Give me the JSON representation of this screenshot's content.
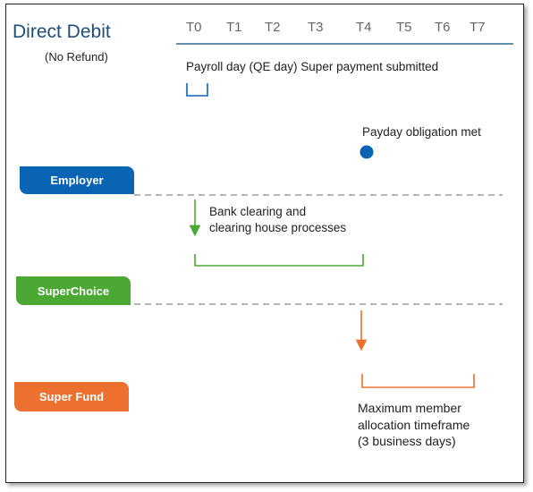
{
  "title": "Direct Debit",
  "subtitle": "(No Refund)",
  "timeline_ticks": [
    "T0",
    "T1",
    "T2",
    "T3",
    "T4",
    "T5",
    "T6",
    "T7"
  ],
  "events": {
    "payroll": "Payroll day (QE day) Super payment submitted",
    "obligation": "Payday obligation met",
    "clearing_line1": "Bank clearing and",
    "clearing_line2": "clearing house processes",
    "allocation_line1": "Maximum member",
    "allocation_line2": "allocation timeframe",
    "allocation_line3": "(3 business days)"
  },
  "lanes": {
    "employer": "Employer",
    "superchoice": "SuperChoice",
    "superfund": "Super Fund"
  },
  "colors": {
    "title": "#1f4e79",
    "employer": "#0a64b4",
    "superchoice": "#4aa833",
    "superfund": "#ec7030",
    "timeline": "#2e6f8e",
    "divider": "#8a8a8a"
  }
}
